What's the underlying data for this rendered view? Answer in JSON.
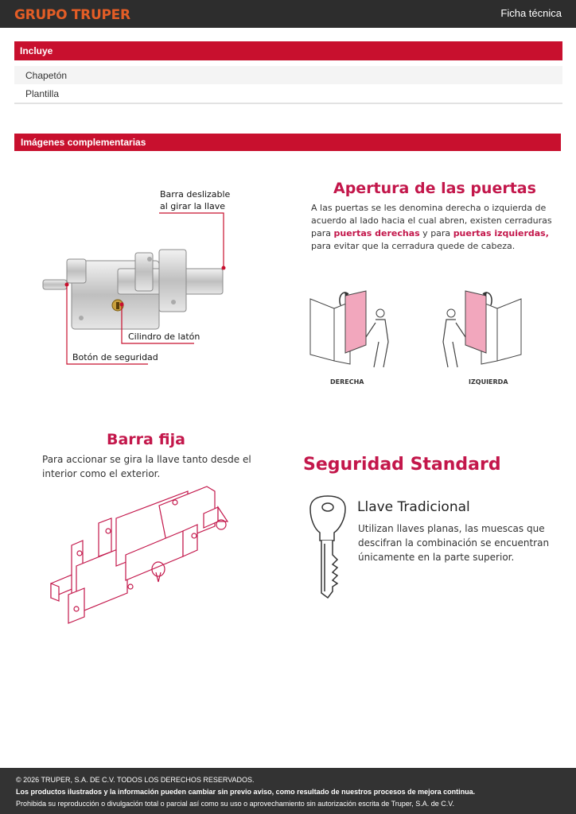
{
  "header": {
    "brand": "GRUPO TRUPER",
    "right_label": "Ficha técnica"
  },
  "includes": {
    "title": "Incluye",
    "items": [
      "Chapetón",
      "Plantilla"
    ]
  },
  "complementary": {
    "title": "Imágenes complementarias"
  },
  "lock_diagram": {
    "callout_bar": [
      "Barra deslizable",
      "al girar la llave"
    ],
    "callout_cylinder": "Cilindro de latón",
    "callout_button": "Botón de seguridad"
  },
  "opening": {
    "title": "Apertura de las puertas",
    "text_lines": [
      "A las puertas se les denomina derecha o izquierda de",
      "acuerdo al lado hacia el cual abren, existen cerraduras"
    ],
    "line3_pre": "para ",
    "line3_b1": "puertas derechas",
    "line3_mid": " y para ",
    "line3_b2": "puertas izquierdas,",
    "line4": "para evitar que la cerradura quede de cabeza.",
    "label_right": "DERECHA",
    "label_left": "IZQUIERDA"
  },
  "fixed_bar": {
    "title": "Barra fija",
    "text_lines": [
      "Para accionar se gira la llave tanto desde el",
      "interior como el exterior."
    ]
  },
  "security": {
    "title": "Seguridad Standard",
    "key_title": "Llave Tradicional",
    "text_lines": [
      "Utilizan llaves planas, las  muescas que",
      "descifran la combinación se encuentran",
      "únicamente en la parte superior."
    ]
  },
  "footer": {
    "line1": "© 2026 TRUPER, S.A. DE C.V. TODOS LOS DERECHOS RESERVADOS.",
    "line2": "Los productos ilustrados y la información pueden cambiar sin previo aviso, como resultado de nuestros procesos de mejora continua.",
    "line3": "Prohibida su reproducción o divulgación total o parcial así como su uso o aprovechamiento sin autorización escrita de Truper, S.A. de C.V."
  },
  "colors": {
    "accent_red": "#c8102e",
    "headline_magenta": "#c3174b",
    "brand_orange": "#e35d26",
    "door_pink": "#f2a7bd"
  }
}
